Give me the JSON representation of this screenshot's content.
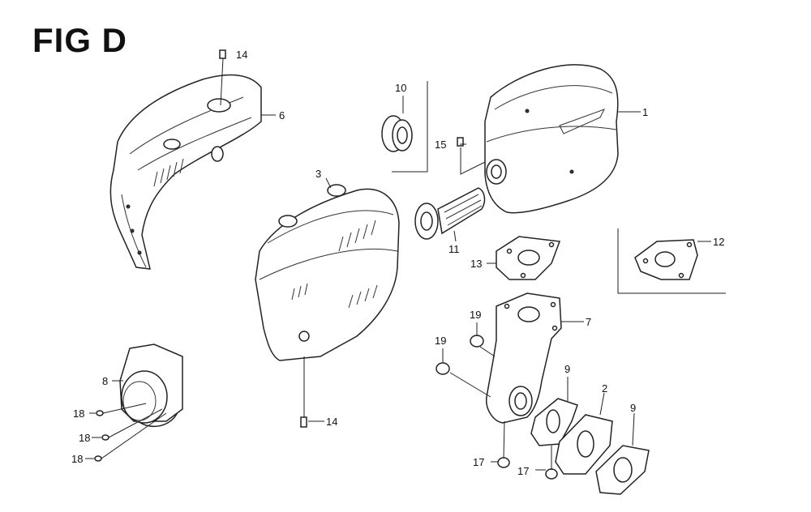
{
  "title": "FIG D",
  "callouts": [
    {
      "id": "c1",
      "text": "1"
    },
    {
      "id": "c2",
      "text": "2"
    },
    {
      "id": "c3",
      "text": "3"
    },
    {
      "id": "c6",
      "text": "6"
    },
    {
      "id": "c7",
      "text": "7"
    },
    {
      "id": "c8",
      "text": "8"
    },
    {
      "id": "c9a",
      "text": "9"
    },
    {
      "id": "c9b",
      "text": "9"
    },
    {
      "id": "c10",
      "text": "10"
    },
    {
      "id": "c11",
      "text": "11"
    },
    {
      "id": "c12",
      "text": "12"
    },
    {
      "id": "c13",
      "text": "13"
    },
    {
      "id": "c14a",
      "text": "14"
    },
    {
      "id": "c14b",
      "text": "14"
    },
    {
      "id": "c15",
      "text": "15"
    },
    {
      "id": "c17a",
      "text": "17"
    },
    {
      "id": "c17b",
      "text": "17"
    },
    {
      "id": "c18a",
      "text": "18"
    },
    {
      "id": "c18b",
      "text": "18"
    },
    {
      "id": "c18c",
      "text": "18"
    },
    {
      "id": "c19a",
      "text": "19"
    },
    {
      "id": "c19b",
      "text": "19"
    }
  ]
}
